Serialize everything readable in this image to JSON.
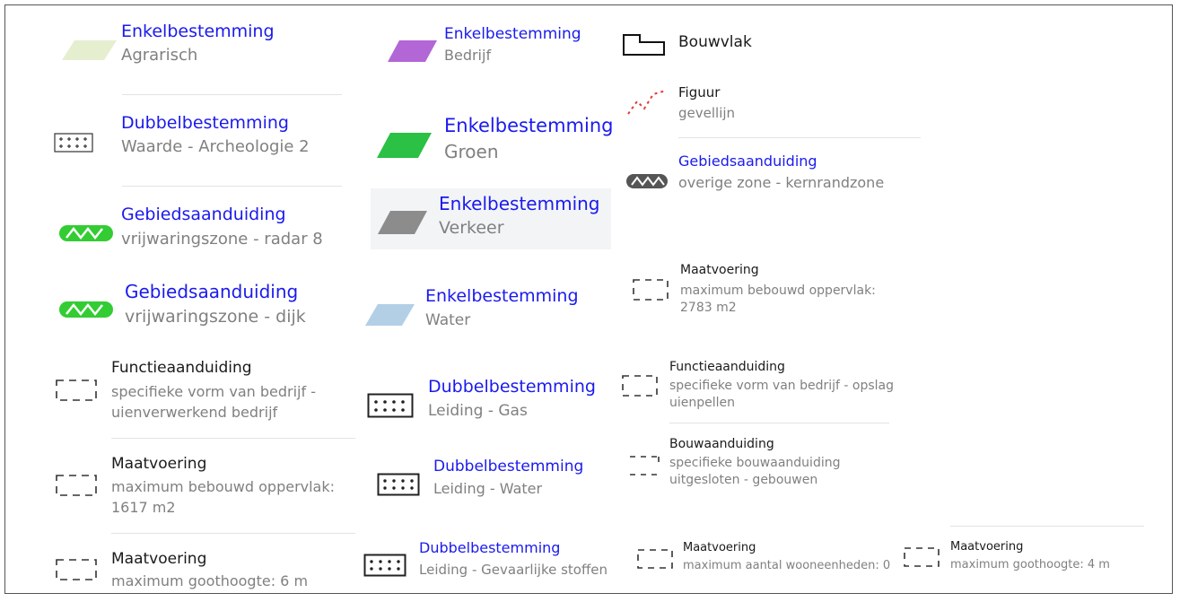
{
  "legend": {
    "agrarisch": {
      "title": "Enkelbestemming",
      "sub": [
        "Agrarisch"
      ],
      "color": "#e6eed0"
    },
    "archeologie": {
      "title": "Dubbelbestemming",
      "sub": [
        "Waarde - Archeologie 2"
      ]
    },
    "radar": {
      "title": "Gebiedsaanduiding",
      "sub": [
        "vrijwaringszone - radar 8"
      ],
      "color": "#33cc33"
    },
    "dijk": {
      "title": "Gebiedsaanduiding",
      "sub": [
        "vrijwaringszone - dijk"
      ],
      "color": "#33cc33"
    },
    "functie1": {
      "title": "Functieaanduiding",
      "sub": [
        "specifieke vorm van bedrijf -",
        "uienverwerkend bedrijf"
      ]
    },
    "maat1617": {
      "title": "Maatvoering",
      "sub": [
        "maximum bebouwd oppervlak:",
        "1617 m2"
      ]
    },
    "goot6": {
      "title": "Maatvoering",
      "sub": [
        "maximum goothoogte: 6 m"
      ]
    },
    "bedrijf": {
      "title": "Enkelbestemming",
      "sub": [
        "Bedrijf"
      ],
      "color": "#b366d6"
    },
    "groen": {
      "title": "Enkelbestemming",
      "sub": [
        "Groen"
      ],
      "color": "#2ac144"
    },
    "verkeer": {
      "title": "Enkelbestemming",
      "sub": [
        "Verkeer"
      ],
      "color": "#8c8c8c",
      "highlight": "#f3f4f6"
    },
    "water": {
      "title": "Enkelbestemming",
      "sub": [
        "Water"
      ],
      "color": "#b3cfe6"
    },
    "gas": {
      "title": "Dubbelbestemming",
      "sub": [
        "Leiding - Gas"
      ]
    },
    "leidingwater": {
      "title": "Dubbelbestemming",
      "sub": [
        "Leiding - Water"
      ]
    },
    "gevaarlijk": {
      "title": "Dubbelbestemming",
      "sub": [
        "Leiding - Gevaarlijke stoffen"
      ]
    },
    "bouwvlak": {
      "title": "Bouwvlak",
      "sub": []
    },
    "figuur": {
      "title": "Figuur",
      "sub": [
        "gevellijn"
      ],
      "color": "#e23a3a"
    },
    "kernrand": {
      "title": "Gebiedsaanduiding",
      "sub": [
        "overige zone - kernrandzone"
      ]
    },
    "maat2783": {
      "title": "Maatvoering",
      "sub": [
        "maximum bebouwd oppervlak:",
        "2783 m2"
      ]
    },
    "functie2": {
      "title": "Functieaanduiding",
      "sub": [
        "specifieke vorm van bedrijf - opslag",
        "uienpellen"
      ]
    },
    "bouwaand": {
      "title": "Bouwaanduiding",
      "sub": [
        "specifieke bouwaanduiding",
        "uitgesloten - gebouwen"
      ]
    },
    "wooneenheden": {
      "title": "Maatvoering",
      "sub": [
        "maximum aantal wooneenheden: 0"
      ]
    },
    "goot4": {
      "title": "Maatvoering",
      "sub": [
        "maximum goothoogte: 4 m"
      ]
    }
  },
  "colors": {
    "title_blue": "#1a1aee",
    "subtitle_gray": "#808080",
    "separator": "#e3e3e3"
  }
}
